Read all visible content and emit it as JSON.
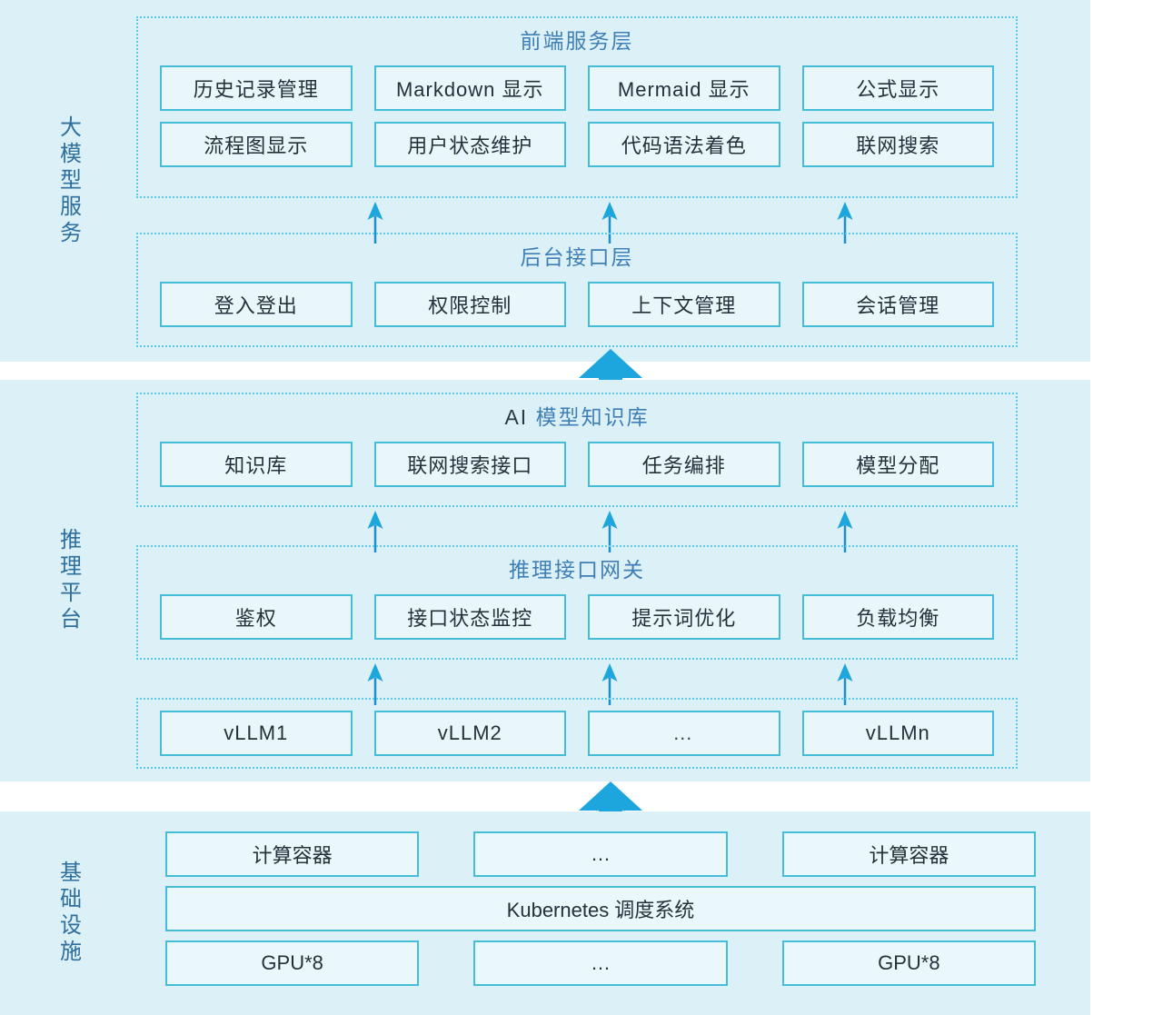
{
  "sections": [
    {
      "side_label": "大模型服务",
      "groups": [
        {
          "title": "前端服务层",
          "rows": [
            [
              "历史记录管理",
              "Markdown 显示",
              "Mermaid 显示",
              "公式显示"
            ],
            [
              "流程图显示",
              "用户状态维护",
              "代码语法着色",
              "联网搜索"
            ]
          ]
        },
        {
          "title": "后台接口层",
          "rows": [
            [
              "登入登出",
              "权限控制",
              "上下文管理",
              "会话管理"
            ]
          ]
        }
      ]
    },
    {
      "side_label": "推理平台",
      "groups": [
        {
          "title_latin": "AI",
          "title": "模型知识库",
          "rows": [
            [
              "知识库",
              "联网搜索接口",
              "任务编排",
              "模型分配"
            ]
          ]
        },
        {
          "title": "推理接口网关",
          "rows": [
            [
              "鉴权",
              "接口状态监控",
              "提示词优化",
              "负载均衡"
            ]
          ]
        },
        {
          "title": "",
          "rows": [
            [
              "vLLM1",
              "vLLM2",
              "…",
              "vLLMn"
            ]
          ]
        }
      ]
    },
    {
      "side_label": "基础设施",
      "infra_rows": [
        [
          "计算容器",
          "…",
          "计算容器"
        ],
        [
          "Kubernetes 调度系统"
        ],
        [
          "GPU*8",
          "…",
          "GPU*8"
        ]
      ]
    }
  ],
  "colors": {
    "band_background": "#dbf0f7",
    "box_border": "#45bcd8",
    "box_fill": "#e9f7fb",
    "dotted_border": "#5ec8e8",
    "arrow": "#1ca6dd",
    "title_text": "#3f7fb5",
    "side_label_text": "#2f6f9e",
    "page_background": "#ffffff"
  },
  "arrows": {
    "thin_between_frontend_backend": 3,
    "thin_between_kb_gateway": 3,
    "thin_between_gateway_vllm": 3,
    "big_between_platform_and_model_service": 1,
    "big_between_infra_and_platform": 1
  }
}
